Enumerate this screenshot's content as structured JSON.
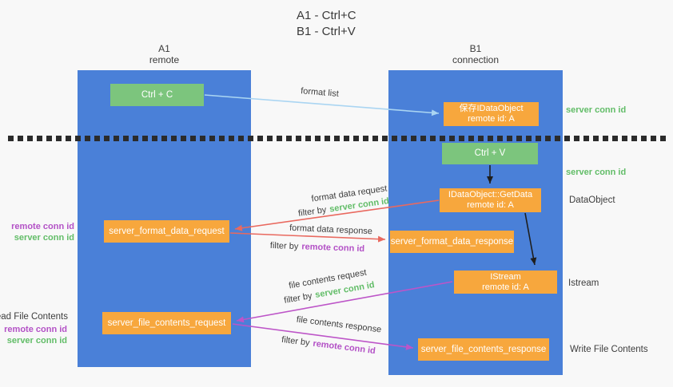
{
  "title": {
    "line1": "A1 - Ctrl+C",
    "line2": "B1 - Ctrl+V"
  },
  "lanes": {
    "left": {
      "name": "A1",
      "role": "remote"
    },
    "right": {
      "name": "B1",
      "role": "connection"
    }
  },
  "nodes": {
    "ctrl_c": {
      "label": "Ctrl + C"
    },
    "ctrl_v": {
      "label": "Ctrl + V"
    },
    "save_idataobject": {
      "line1": "保存IDataObject",
      "line2": "remote id: A"
    },
    "idataobject_getdata": {
      "line1": "IDataObject::GetData",
      "line2": "remote id: A"
    },
    "istream": {
      "line1": "IStream",
      "line2": "remote id: A"
    },
    "server_format_data_request": {
      "label": "server_format_data_request"
    },
    "server_format_data_response": {
      "label": "server_format_data_response"
    },
    "server_file_contents_request": {
      "label": "server_file_contents_request"
    },
    "server_file_contents_response": {
      "label": "server_file_contents_response"
    }
  },
  "arrow_labels": {
    "format_list": "format list",
    "format_data_request": "format data request",
    "format_data_response": "format data response",
    "file_contents_request": "file contents request",
    "file_contents_response": "file contents response",
    "filter_by": "filter by",
    "server_conn_id": "server conn id",
    "remote_conn_id": "remote conn id"
  },
  "side_labels": {
    "server_conn_id_top": "server conn id",
    "server_conn_id_mid": "server conn id",
    "dataobject": "DataObject",
    "istream": "Istream",
    "write_file_contents": "Write File Contents",
    "read_file_contents": "Read File Contents",
    "remote_conn_id_format": "remote conn id",
    "server_conn_id_format": "server conn id",
    "remote_conn_id_file": "remote conn id",
    "server_conn_id_file": "server conn id"
  },
  "colors": {
    "background": "#f8f8f8",
    "lane_blue": "#4a80d8",
    "node_green": "#7cc57d",
    "node_orange": "#f7a73d",
    "arrow_light_blue": "#aad5f2",
    "arrow_red": "#e9695f",
    "arrow_purple": "#bd55c8",
    "arrow_black": "#1e1e1e",
    "text_green": "#62bd68",
    "text_purple": "#b351c6",
    "text_dark": "#3d3d3d"
  }
}
